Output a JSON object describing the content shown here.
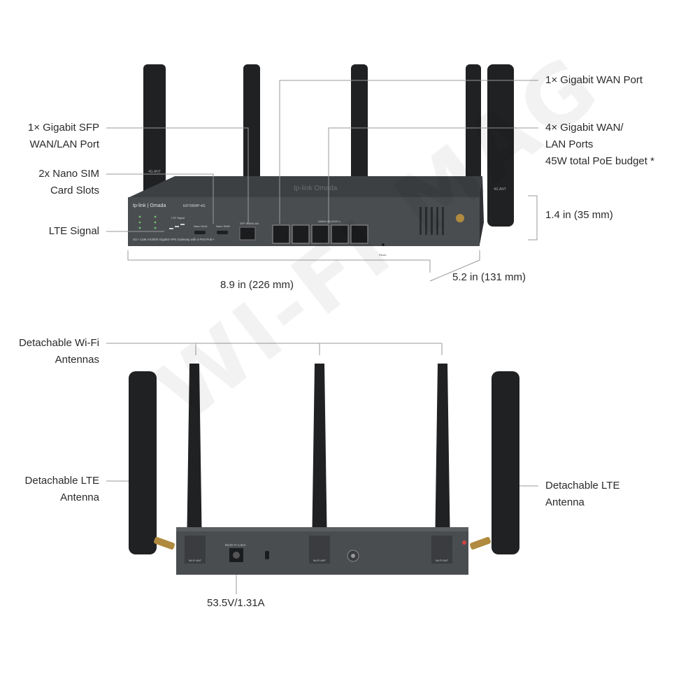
{
  "front_labels": {
    "sfp": [
      "1× Gigabit SFP",
      "WAN/LAN Port"
    ],
    "sim": [
      "2x Nano SIM",
      "Card Slots"
    ],
    "lte_signal": "LTE Signal",
    "wan": "1× Gigabit WAN Port",
    "lan": [
      "4× Gigabit WAN/",
      "LAN Ports",
      "45W total PoE budget *"
    ],
    "height": "1.4 in (35 mm)",
    "width": "8.9 in (226 mm)",
    "depth": "5.2 in (131 mm)"
  },
  "rear_labels": {
    "wifi_antennas": [
      "Detachable Wi-Fi",
      "Antennas"
    ],
    "lte_left": [
      "Detachable LTE",
      "Antenna"
    ],
    "lte_right": [
      "Detachable LTE",
      "Antenna"
    ],
    "power": "53.5V/1.31A"
  },
  "device_text": {
    "brand": "tp-link | Omada",
    "model": "ER706WP-4G",
    "subtitle": "4G+ Cat6 AX3000 Gigabit VPN Gateway with 4-Port PoE+",
    "sfp_port": "SFP WAN/LAN",
    "sim1": "Nano Slot1",
    "sim2": "Nano SIM2",
    "lte_signal_led": "LTE Signal",
    "reset": "Reset",
    "wan_lan_poe": "WAN/LAN (PoE+)",
    "ant_4g": "4G ANT",
    "wifi_ant": "Wi-Fi ANT",
    "power_rating": "53.5V ⎓ 1.31A"
  },
  "watermark": "WI-FI MAG",
  "colors": {
    "body": "#4a4d50",
    "top": "#3d4043",
    "antenna": "#1f2123",
    "line": "#9a9a9a"
  }
}
